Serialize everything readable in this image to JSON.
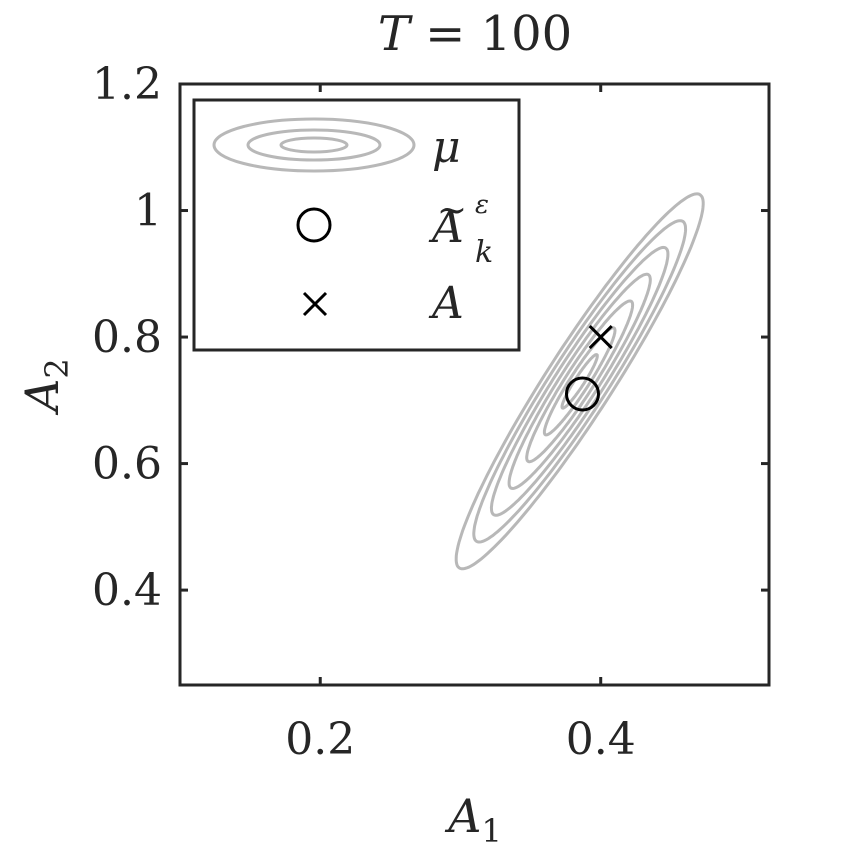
{
  "chart_data": {
    "type": "contour",
    "title": "T = 100",
    "title_parts": {
      "var": "T",
      "eq": " = ",
      "val": "100"
    },
    "xlabel": "A",
    "xlabel_sub": "1",
    "ylabel": "A",
    "ylabel_sub": "2",
    "xlim": [
      0.1,
      0.52
    ],
    "ylim": [
      0.25,
      1.2
    ],
    "xticks": [
      0.2,
      0.4
    ],
    "xtick_labels": [
      "0.2",
      "0.4"
    ],
    "yticks": [
      0.4,
      0.6,
      0.8,
      1.0,
      1.2
    ],
    "ytick_labels": [
      "0.4",
      "0.6",
      "0.8",
      "1",
      "1.2"
    ],
    "grid": false,
    "legend_position": "top-left",
    "contour": {
      "center": [
        0.385,
        0.73
      ],
      "direction": [
        0.2735,
        0.9619
      ],
      "semi_major": [
        0.044,
        0.088,
        0.132,
        0.176,
        0.22,
        0.264,
        0.308
      ],
      "semi_minor": [
        0.00383,
        0.00766,
        0.01149,
        0.01532,
        0.01915,
        0.02298,
        0.02681
      ],
      "color": "#b8b8b8"
    },
    "points": [
      {
        "label_base": "A",
        "label_tilde": "~",
        "label_sub": "k",
        "label_sup": "ε",
        "x": 0.387,
        "y": 0.71,
        "marker": "circle"
      },
      {
        "label_base": "A",
        "x": 0.4,
        "y": 0.8,
        "marker": "cross"
      }
    ],
    "legend": [
      {
        "label": "μ",
        "symbol": "contour"
      },
      {
        "label": "A",
        "symbol": "circle"
      },
      {
        "label": "A",
        "symbol": "cross"
      }
    ]
  }
}
